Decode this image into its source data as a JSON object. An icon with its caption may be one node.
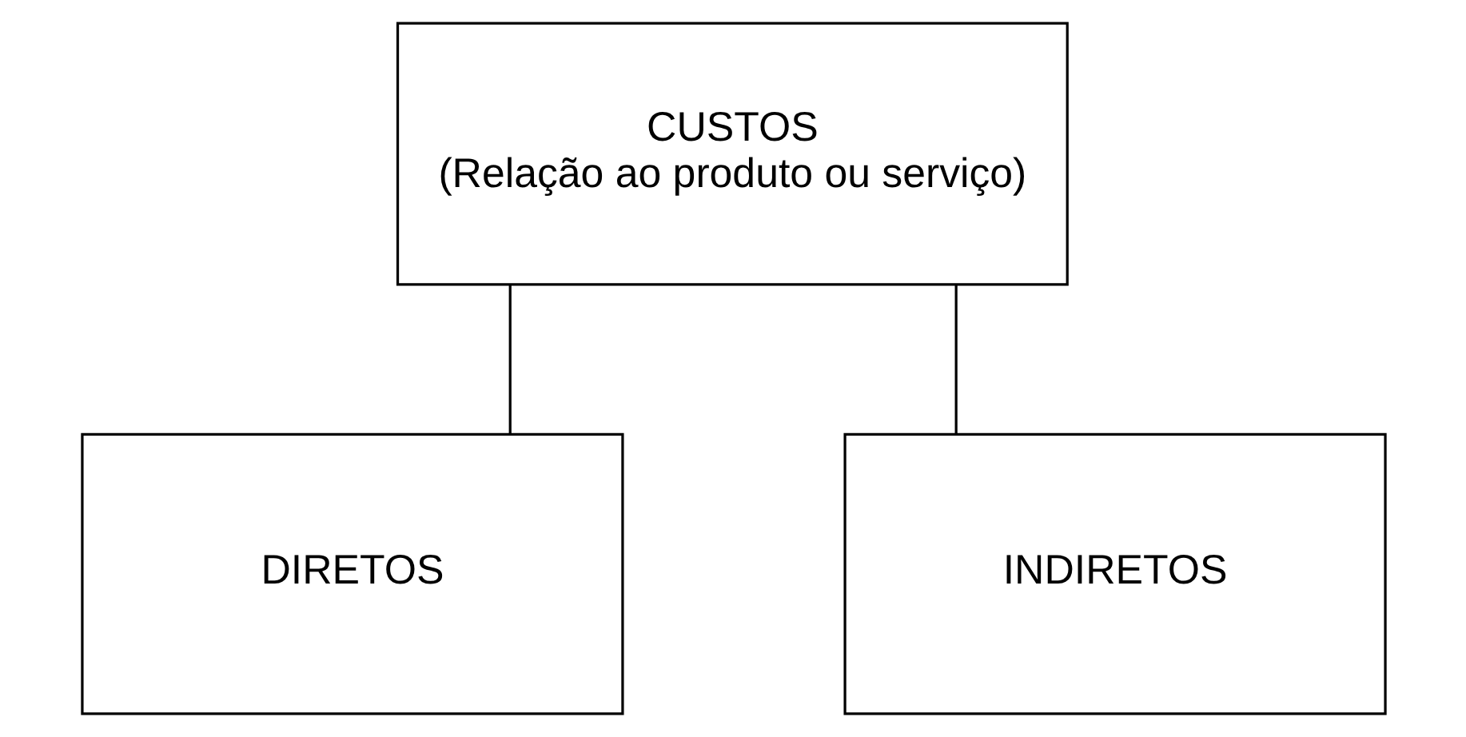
{
  "diagram": {
    "nodes": [
      {
        "text": [
          "CUSTOS",
          "(Relação ao produto ou serviço)"
        ]
      },
      {
        "text": [
          "DIRETOS"
        ]
      },
      {
        "text": [
          "INDIRETOS"
        ]
      }
    ],
    "edges": [
      {
        "from": 0,
        "to": 1,
        "arrow": "none"
      },
      {
        "from": 0,
        "to": 2,
        "arrow": "none"
      }
    ]
  }
}
